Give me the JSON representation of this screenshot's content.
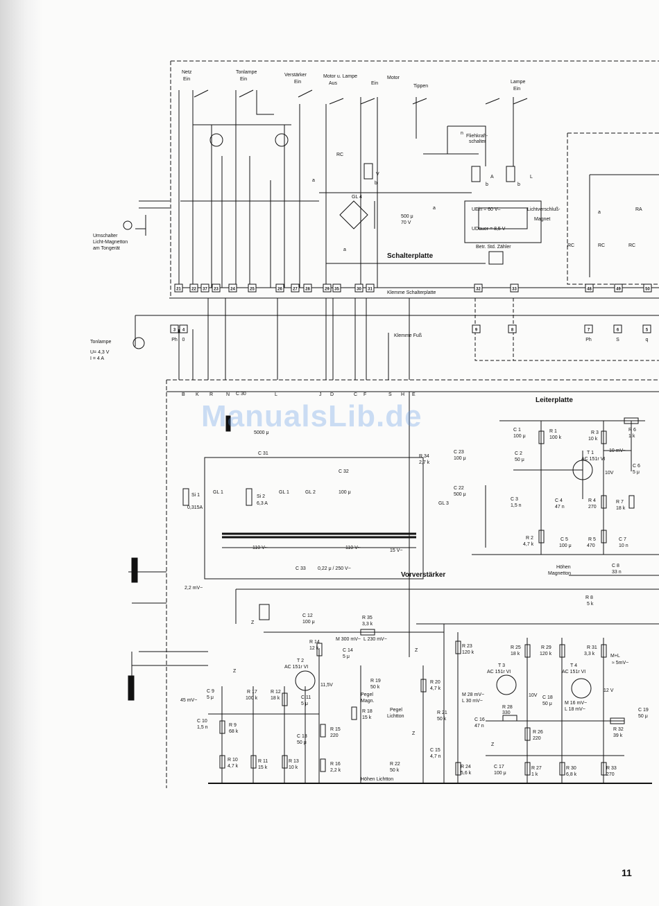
{
  "page": {
    "number": "11",
    "watermark": "ManualsLib.de"
  },
  "sections": {
    "schalterplatte": "Schalterplatte",
    "klemme_schalterplatte": "Klemme Schalterplatte",
    "klemme_fuss": "Klemme Fuß",
    "leiterplatte": "Leiterplatte",
    "vorverstaerker": "Vorverstärker"
  },
  "labels": {
    "netz": "Netz",
    "ein": "Ein",
    "tonlampe": "Tonlampe",
    "verstaerker": "Verstärker",
    "motor_lampe": "Motor u. Lampe",
    "aus": "Aus",
    "motor": "Motor",
    "tippen": "Tippen",
    "lampe": "Lampe",
    "fliehkraft": "Fliehkraft-",
    "schalter": "schalter",
    "umschalter1": "Umschalter",
    "umschalter2": "Licht-Magnetton",
    "umschalter3": "am Tongerät",
    "tonlampe_big": "Tonlampe",
    "tonlampe_u": "U= 4,3 V",
    "tonlampe_i": "I = 4 A",
    "gl4": "GL 4",
    "c500": "500 μ",
    "c500v": "70 V",
    "uein": "UEin = 60 V–",
    "udauer": "UDauer = 8,5 V–",
    "lichtverschluss1": "Lichtverschluß-",
    "lichtverschluss2": "Magnet",
    "betr_std": "Betr. Std. Zähler",
    "rc": "RC",
    "ra": "RA",
    "ph": "Ph",
    "zero": "0",
    "c30": "C 30",
    "c31": "C 31",
    "c5000": "5000 μ",
    "c32": "C 32",
    "c32v": "100 μ",
    "c33": "C 33",
    "c33v": "0,22 μ / 250 V~",
    "si1": "Si 1",
    "si1v": "0,315A",
    "si2": "Si 2",
    "si2v": "6,3 A",
    "gl1": "GL 1",
    "gl2": "GL 2",
    "gl3": "GL 3",
    "v110a": "110 V~",
    "v110b": "110 V~",
    "v15": "15 V~",
    "c1": "C 1",
    "c1v": "100 μ",
    "r1": "R 1",
    "r1v": "100 k",
    "r3": "R 3",
    "r3v": "10 k",
    "r6": "R 6",
    "r6v": "1 k",
    "c2": "C 2",
    "c2v": "50 μ",
    "t1": "T 1",
    "t1v": "AC 151r VI",
    "mv10": "10 mV~",
    "v10": "10V",
    "c6": "C 6",
    "c6v": "5 μ",
    "r34": "R 34",
    "r34v": "2,7 k",
    "c23": "C 23",
    "c23v": "100 μ",
    "c22": "C 22",
    "c22v": "500 μ",
    "c3": "C 3",
    "c3v": "1,5 n",
    "c4": "C 4",
    "c4v": "47 n",
    "r4": "R 4",
    "r4v": "270",
    "r7": "R 7",
    "r7v": "18 k",
    "r2": "R 2",
    "r2v": "4,7 k",
    "c5": "C 5",
    "c5v": "100 μ",
    "r5": "R 5",
    "r5v": "470",
    "c7": "C 7",
    "c7v": "10 n",
    "hoehen1": "Höhen",
    "hoehen2": "Magnetton",
    "c8": "C 8",
    "c8v": "33 n",
    "r8": "R 8",
    "r8v": "5 k",
    "mv22": "2,2 mV~",
    "c12": "C 12",
    "c12v": "100 μ",
    "r35": "R 35",
    "r35v": "3,3 k",
    "r14": "R 14",
    "r14v": "12 k",
    "m300": "M 300 mV~",
    "l230": "L 230 mV~",
    "c14": "C 14",
    "c14v": "5 μ",
    "t2": "T 2",
    "t2v": "AC 151r VI",
    "v115": "11,5V",
    "r19": "R 19",
    "r19v": "50 k",
    "pegel_magn1": "Pegel",
    "pegel_magn2": "Magn.",
    "r18": "R 18",
    "r18v": "15 k",
    "r20": "R 20",
    "r20v": "4,7 k",
    "pegel_licht1": "Pegel",
    "pegel_licht2": "Lichtton",
    "r21": "R 21",
    "r21v": "50 k",
    "r23": "R 23",
    "r23v": "120 k",
    "r25": "R 25",
    "r25v": "18 k",
    "r29": "R 29",
    "r29v": "120 k",
    "r31": "R 31",
    "r31v": "3,3 k",
    "ml": "M+L",
    "mv5": "≈ 5mV~",
    "t3": "T 3",
    "t3v": "AC 151r VI",
    "t4": "T 4",
    "t4v": "AC 151r VI",
    "m28": "M 28 mV~",
    "l30": "L 30 mV~",
    "m16": "M 16 mV~",
    "l18": "L 18 mV~",
    "c18": "C 18",
    "c18v": "50 μ",
    "v12": "12 V",
    "r28": "R 28",
    "r28v": "330",
    "c16": "C 16",
    "c16v": "47 n",
    "r26": "R 26",
    "r26v": "220",
    "r32": "R 32",
    "r32v": "39 k",
    "c19": "C 19",
    "c19v": "50 μ",
    "c9": "C 9",
    "c9v": "5 μ",
    "mv45": "45 mV~",
    "c10": "C 10",
    "c10v": "1,5 n",
    "r9": "R 9",
    "r9v": "68 k",
    "r17": "R 17",
    "r17v": "100 k",
    "r12": "R 12",
    "r12v": "18 k",
    "c11": "C 11",
    "c11v": "5 μ",
    "r15": "R 15",
    "r15v": "220",
    "c13": "C 13",
    "c13v": "50 μ",
    "c15": "C 15",
    "c15v": "4,7 n",
    "r22": "R 22",
    "r22v": "50 k",
    "r10": "R 10",
    "r10v": "4,7 k",
    "r11": "R 11",
    "r11v": "15 k",
    "r13": "R 13",
    "r13v": "10 k",
    "r16": "R 16",
    "r16v": "2,2 k",
    "r24": "R 24",
    "r24v": "5,6 k",
    "c17": "C 17",
    "c17v": "100 μ",
    "r27": "R 27",
    "r27v": "1 k",
    "r30": "R 30",
    "r30v": "6,8 k",
    "r33": "R 33",
    "r33v": "270",
    "hoehen_licht": "Höhen Lichtton",
    "z": "Z",
    "a": "a",
    "b": "b",
    "v": "V",
    "A": "A",
    "L": "L",
    "n": "n"
  },
  "terminals_schalter": [
    "21",
    "22",
    "37",
    "23",
    "24",
    "25",
    "26",
    "27",
    "28",
    "29",
    "35",
    "30",
    "31",
    "32",
    "33",
    "48",
    "49",
    "50"
  ],
  "terminals_fuss": [
    "3",
    "4",
    "9",
    "8",
    "7",
    "6",
    "5"
  ],
  "terminals_fuss_sub": [
    "Ph",
    "0",
    "",
    "",
    "Ph",
    "S",
    "q"
  ],
  "plug_pins": [
    "B",
    "K",
    "R",
    "N",
    "L",
    "J",
    "D",
    "C",
    "F",
    "S",
    "H",
    "E"
  ]
}
